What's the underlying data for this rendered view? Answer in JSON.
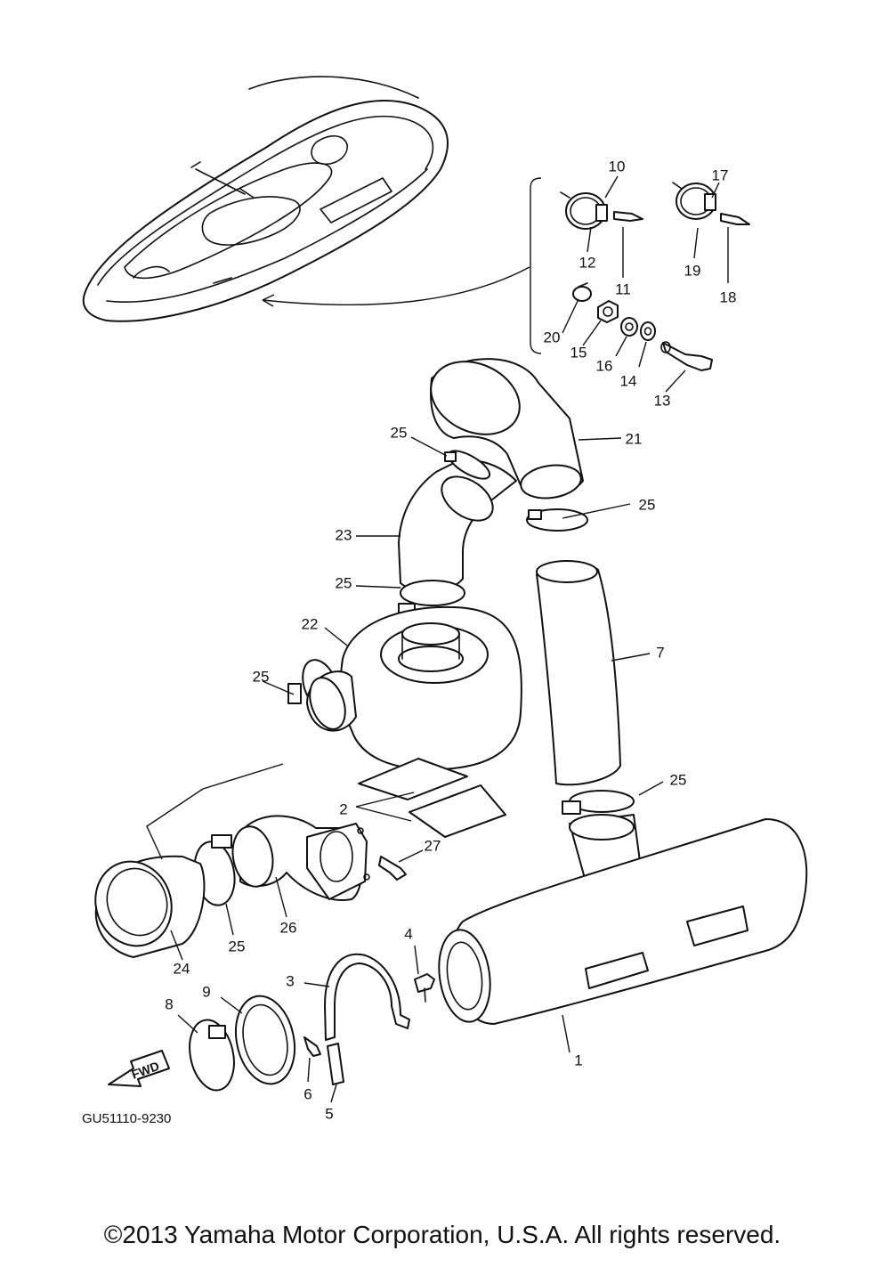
{
  "diagram": {
    "callouts": [
      {
        "id": "1",
        "label": "1"
      },
      {
        "id": "2",
        "label": "2"
      },
      {
        "id": "3",
        "label": "3"
      },
      {
        "id": "4",
        "label": "4"
      },
      {
        "id": "5",
        "label": "5"
      },
      {
        "id": "6",
        "label": "6"
      },
      {
        "id": "7",
        "label": "7"
      },
      {
        "id": "8",
        "label": "8"
      },
      {
        "id": "9",
        "label": "9"
      },
      {
        "id": "10",
        "label": "10"
      },
      {
        "id": "11",
        "label": "11"
      },
      {
        "id": "12",
        "label": "12"
      },
      {
        "id": "13",
        "label": "13"
      },
      {
        "id": "14",
        "label": "14"
      },
      {
        "id": "15",
        "label": "15"
      },
      {
        "id": "16",
        "label": "16"
      },
      {
        "id": "17",
        "label": "17"
      },
      {
        "id": "18",
        "label": "18"
      },
      {
        "id": "19",
        "label": "19"
      },
      {
        "id": "20",
        "label": "20"
      },
      {
        "id": "21",
        "label": "21"
      },
      {
        "id": "22",
        "label": "22"
      },
      {
        "id": "23",
        "label": "23"
      },
      {
        "id": "24",
        "label": "24"
      },
      {
        "id": "25a",
        "label": "25"
      },
      {
        "id": "25b",
        "label": "25"
      },
      {
        "id": "25c",
        "label": "25"
      },
      {
        "id": "25d",
        "label": "25"
      },
      {
        "id": "25e",
        "label": "25"
      },
      {
        "id": "25f",
        "label": "25"
      },
      {
        "id": "26",
        "label": "26"
      },
      {
        "id": "27",
        "label": "27"
      }
    ],
    "fwd_label": "FWD",
    "diagram_code": "GU51110-9230",
    "copyright": "©2013 Yamaha Motor Corporation, U.S.A. All rights reserved."
  }
}
